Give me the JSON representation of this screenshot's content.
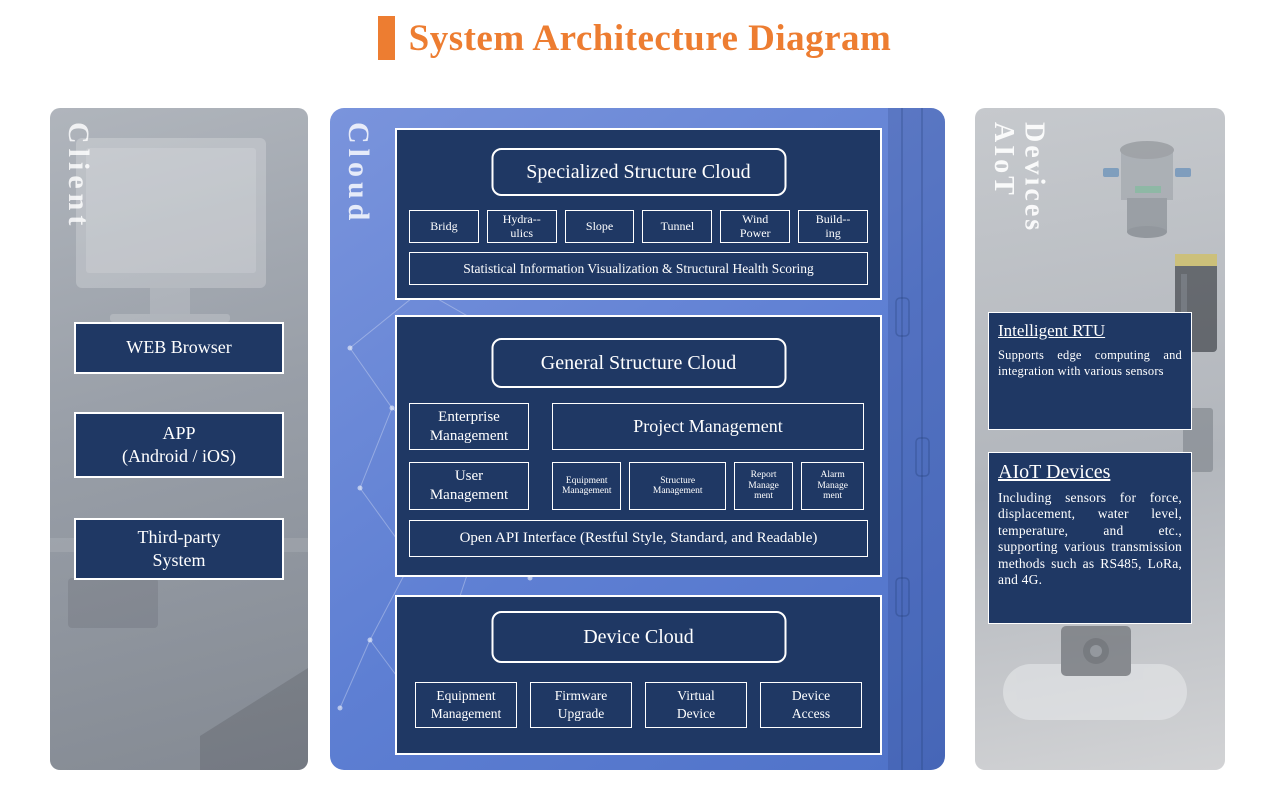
{
  "title": {
    "text": "System Architecture Diagram"
  },
  "colors": {
    "accent": "#ED7D31",
    "navy": "#1F3864",
    "cloud_blue": "#5E7FD3"
  },
  "client": {
    "label": "Client",
    "boxes": [
      "WEB Browser",
      "APP\n(Android / iOS)",
      "Third-party\nSystem"
    ]
  },
  "cloud": {
    "label": "Cloud",
    "specialized": {
      "title": "Specialized Structure Cloud",
      "items": [
        "Bridg",
        "Hydra--\nulics",
        "Slope",
        "Tunnel",
        "Wind\nPower",
        "Build--\ning"
      ],
      "footer": "Statistical Information Visualization & Structural Health Scoring"
    },
    "general": {
      "title": "General Structure Cloud",
      "enterprise": "Enterprise\nManagement",
      "project": "Project Management",
      "user": "User\nManagement",
      "modules": [
        "Equipment\nManagement",
        "Structure\nManagement",
        "Report\nManage\nment",
        "Alarm\nManage\nment"
      ],
      "api": "Open API Interface (Restful Style, Standard, and Readable)"
    },
    "device": {
      "title": "Device Cloud",
      "items": [
        "Equipment\nManagement",
        "Firmware\nUpgrade",
        "Virtual\nDevice",
        "Device\nAccess"
      ]
    }
  },
  "aiot": {
    "label": "AIoT\nDevices",
    "rtu": {
      "title": "Intelligent RTU",
      "body": "Supports edge computing and integration with various sensors"
    },
    "devices": {
      "title": "AIoT Devices",
      "body": "Including sensors for force, displacement, water level, temperature, and etc., supporting various transmission methods such as RS485, LoRa, and 4G."
    }
  }
}
